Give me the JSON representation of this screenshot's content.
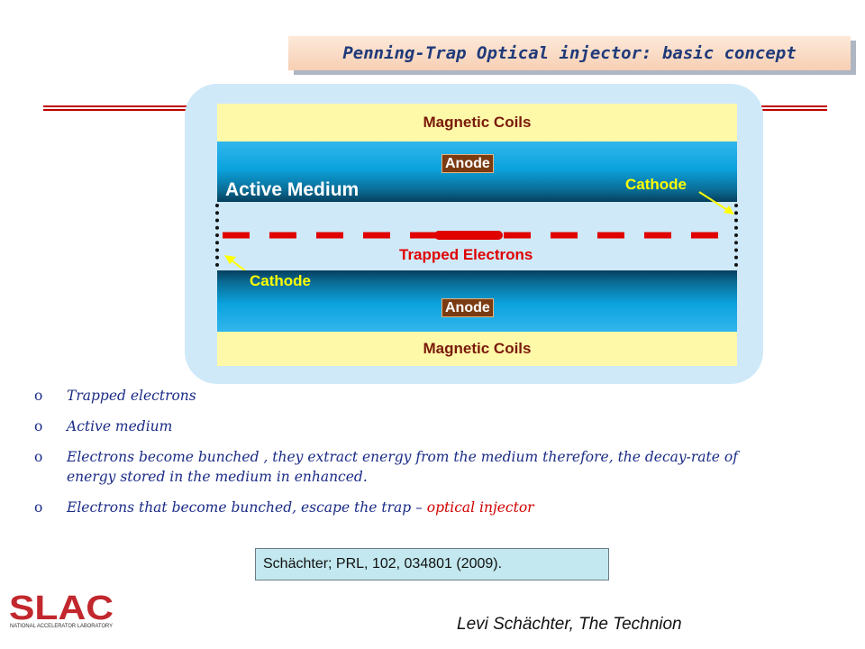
{
  "slide_title": "Penning-Trap Optical injector: basic concept",
  "diagram": {
    "magnetic_coils_top": "Magnetic Coils",
    "magnetic_coils_bottom": "Magnetic Coils",
    "anode_top": "Anode",
    "anode_bottom": "Anode",
    "active_medium": "Active Medium",
    "cathode_right": "Cathode",
    "cathode_left": "Cathode",
    "trapped_electrons": "Trapped Electrons"
  },
  "bullets": [
    {
      "marker": "o",
      "text": "Trapped  electrons"
    },
    {
      "marker": "o",
      "text": "Active medium"
    },
    {
      "marker": "o",
      "text": "Electrons become bunched , they  extract energy from the medium therefore, the decay-rate of energy stored in the medium in enhanced."
    },
    {
      "marker": "o",
      "text": "Electrons that become bunched, escape  the trap – ",
      "highlight": "optical injector"
    }
  ],
  "reference": "Schächter; PRL, 102, 034801 (2009).",
  "author": "Levi Schächter, The Technion",
  "logo": {
    "name": "SLAC",
    "subtitle": "NATIONAL ACCELERATOR LABORATORY"
  },
  "colors": {
    "title_text": "#1f3a7a",
    "accent_red": "#c00000",
    "highlight": "#d00000",
    "bullet_text": "#1a2b86",
    "logo_red": "#c1272d"
  }
}
